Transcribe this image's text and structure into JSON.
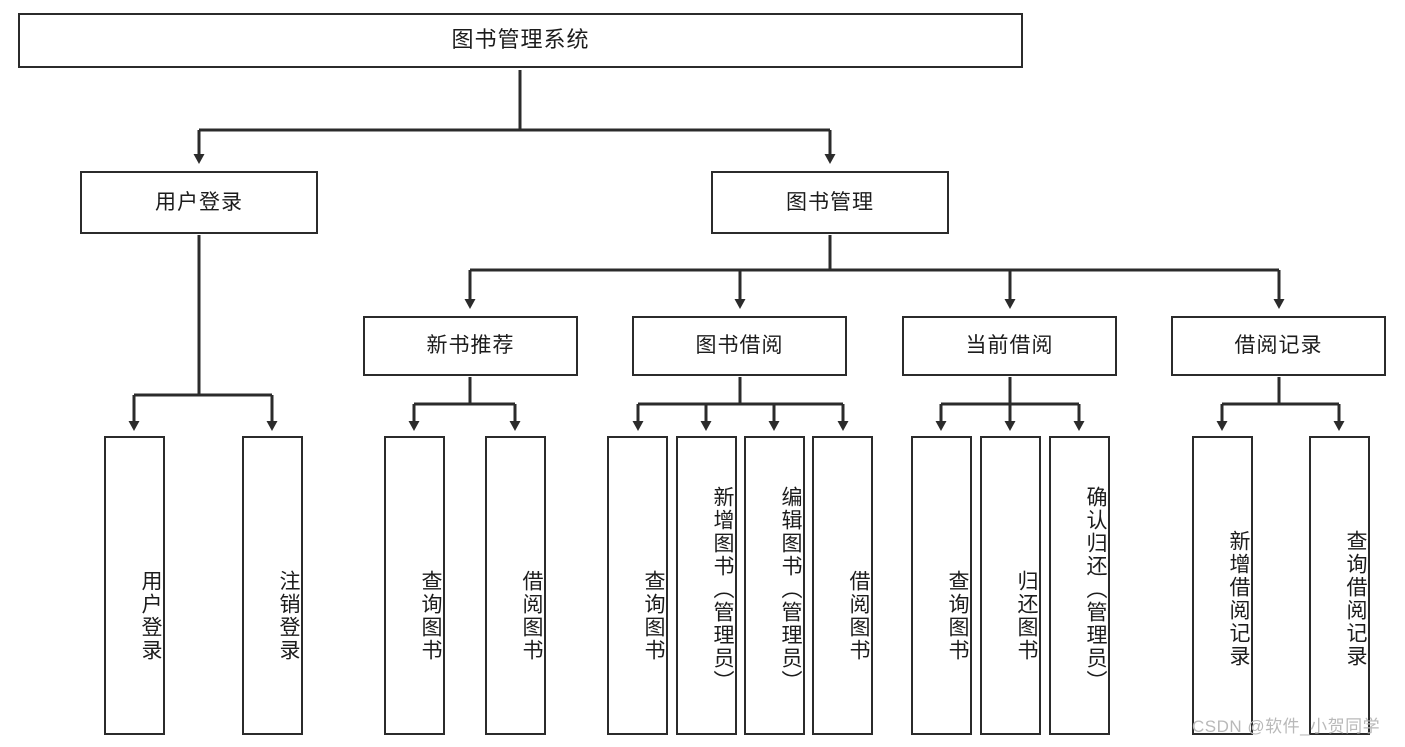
{
  "diagram": {
    "title": "图书管理系统",
    "type": "tree-hierarchy",
    "watermark": "CSDN @软件_小贺同学",
    "colors": {
      "background": "#ffffff",
      "box_border": "#2b2b2b",
      "box_fill": "#ffffff",
      "connector": "#2b2b2b",
      "text": "#1c1c1c",
      "watermark": "#b9b9b9"
    },
    "levels": {
      "root": {
        "id": "root",
        "label": "图书管理系统"
      },
      "level2": [
        {
          "id": "user-login",
          "label": "用户登录"
        },
        {
          "id": "book-manage",
          "label": "图书管理"
        }
      ],
      "level3": [
        {
          "id": "new-book-recommend",
          "label": "新书推荐",
          "parent": "book-manage"
        },
        {
          "id": "book-borrow",
          "label": "图书借阅",
          "parent": "book-manage"
        },
        {
          "id": "current-borrow",
          "label": "当前借阅",
          "parent": "book-manage"
        },
        {
          "id": "borrow-record",
          "label": "借阅记录",
          "parent": "book-manage"
        }
      ],
      "leaves": [
        {
          "id": "leaf-user-login",
          "label": "用户登录",
          "parent": "user-login"
        },
        {
          "id": "leaf-logout",
          "label": "注销登录",
          "parent": "user-login"
        },
        {
          "id": "leaf-query-book-1",
          "label": "查询图书",
          "parent": "new-book-recommend"
        },
        {
          "id": "leaf-borrow-book-1",
          "label": "借阅图书",
          "parent": "new-book-recommend"
        },
        {
          "id": "leaf-query-book-2",
          "label": "查询图书",
          "parent": "book-borrow"
        },
        {
          "id": "leaf-add-book",
          "label": "新增图书（管理员）",
          "parent": "book-borrow"
        },
        {
          "id": "leaf-edit-book",
          "label": "编辑图书（管理员）",
          "parent": "book-borrow"
        },
        {
          "id": "leaf-borrow-book-2",
          "label": "借阅图书",
          "parent": "book-borrow"
        },
        {
          "id": "leaf-query-book-3",
          "label": "查询图书",
          "parent": "current-borrow"
        },
        {
          "id": "leaf-return-book",
          "label": "归还图书",
          "parent": "current-borrow"
        },
        {
          "id": "leaf-confirm-return",
          "label": "确认归还（管理员）",
          "parent": "current-borrow"
        },
        {
          "id": "leaf-add-record",
          "label": "新增借阅记录",
          "parent": "borrow-record"
        },
        {
          "id": "leaf-query-record",
          "label": "查询借阅记录",
          "parent": "borrow-record"
        }
      ]
    }
  }
}
